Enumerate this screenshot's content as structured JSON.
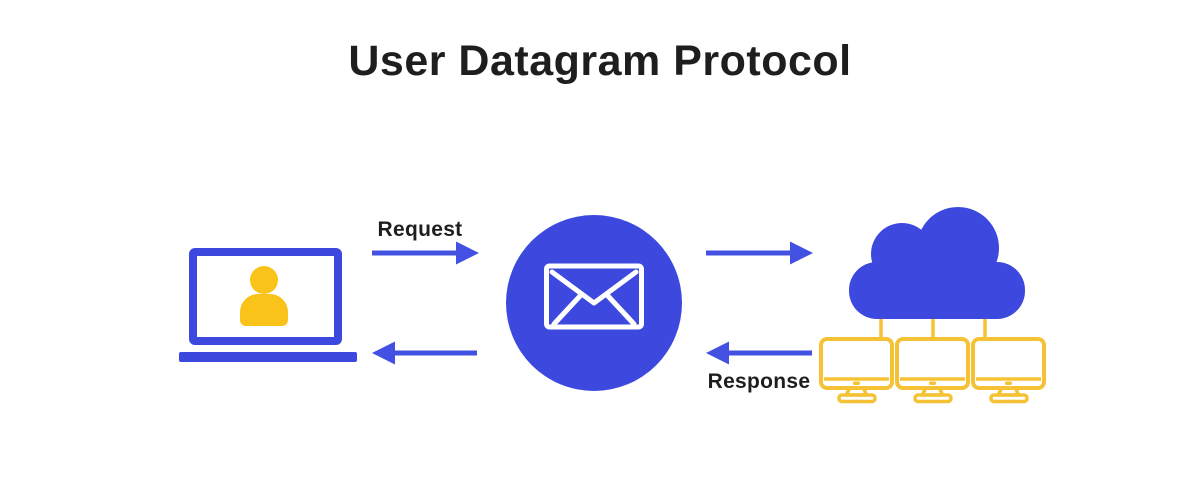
{
  "page": {
    "title": "User Datagram Protocol"
  },
  "diagram": {
    "nodes": [
      {
        "id": "client",
        "icon": "laptop-user-icon",
        "description": "laptop with user on screen"
      },
      {
        "id": "udp-packet",
        "icon": "envelope-icon",
        "description": "envelope in blue circle"
      },
      {
        "id": "server-network",
        "icon": "cloud-servers-icon",
        "description": "cloud connected to 3 monitors",
        "server_count": 3
      }
    ],
    "flows": [
      {
        "from": "client",
        "to": "udp-packet",
        "label": "Request",
        "direction": "right"
      },
      {
        "from": "udp-packet",
        "to": "server-network",
        "label": "",
        "direction": "right"
      },
      {
        "from": "server-network",
        "to": "udp-packet",
        "label": "Response",
        "direction": "left"
      },
      {
        "from": "udp-packet",
        "to": "client",
        "label": "",
        "direction": "left"
      }
    ],
    "labels": {
      "request": "Request",
      "response": "Response"
    }
  },
  "colors": {
    "primary_blue": "#3D49DE",
    "arrow_blue": "#4351E2",
    "person_yellow": "#F9C319",
    "monitor_yellow": "#F5C235",
    "text_dark": "#1E1E1E",
    "white": "#FFFFFF",
    "background": "#FFFFFF"
  }
}
